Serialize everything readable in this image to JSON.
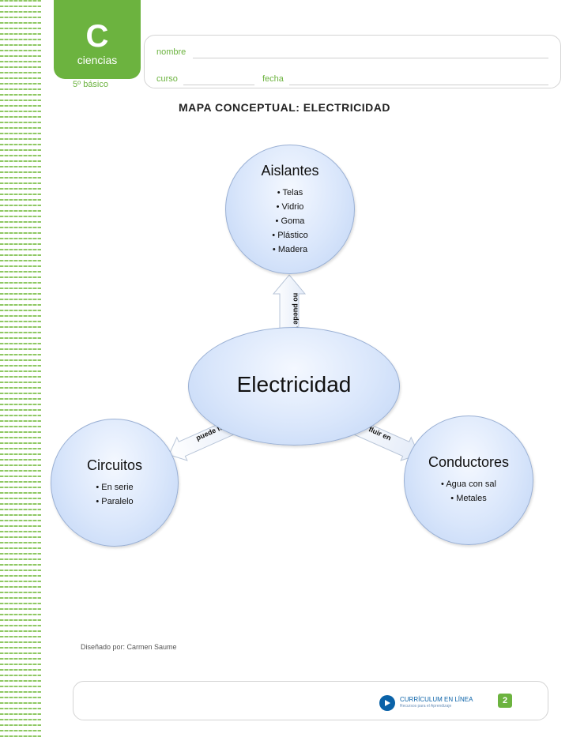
{
  "header": {
    "subject_letter": "C",
    "subject_name": "ciencias",
    "grade": "5º básico",
    "field_name": "nombre",
    "field_course": "curso",
    "field_date": "fecha"
  },
  "title": "MAPA CONCEPTUAL: ELECTRICIDAD",
  "concept_map": {
    "center": "Electricidad",
    "top": {
      "title": "Aislantes",
      "items": [
        "Telas",
        "Vidrio",
        "Goma",
        "Plástico",
        "Madera"
      ]
    },
    "left": {
      "title": "Circuitos",
      "items": [
        "En serie",
        "Paralelo"
      ]
    },
    "right": {
      "title": "Conductores",
      "items": [
        "Agua con sal",
        "Metales"
      ]
    },
    "arrow_up_label": "no puede fluir en",
    "arrow_left_label": "puede fluir en",
    "arrow_right_label": "puede fluir en"
  },
  "credit": "Diseñado por: Carmen Saume",
  "footer": {
    "logo_text": "CURRÍCULUM EN LÍNEA",
    "logo_sub": "Recursos para el Aprendizaje",
    "page_number": "2"
  },
  "colors": {
    "accent_green": "#6cb33f",
    "node_fill": "#d9e6fb",
    "node_border": "#9ab0d4",
    "logo_blue": "#0a62a8"
  }
}
